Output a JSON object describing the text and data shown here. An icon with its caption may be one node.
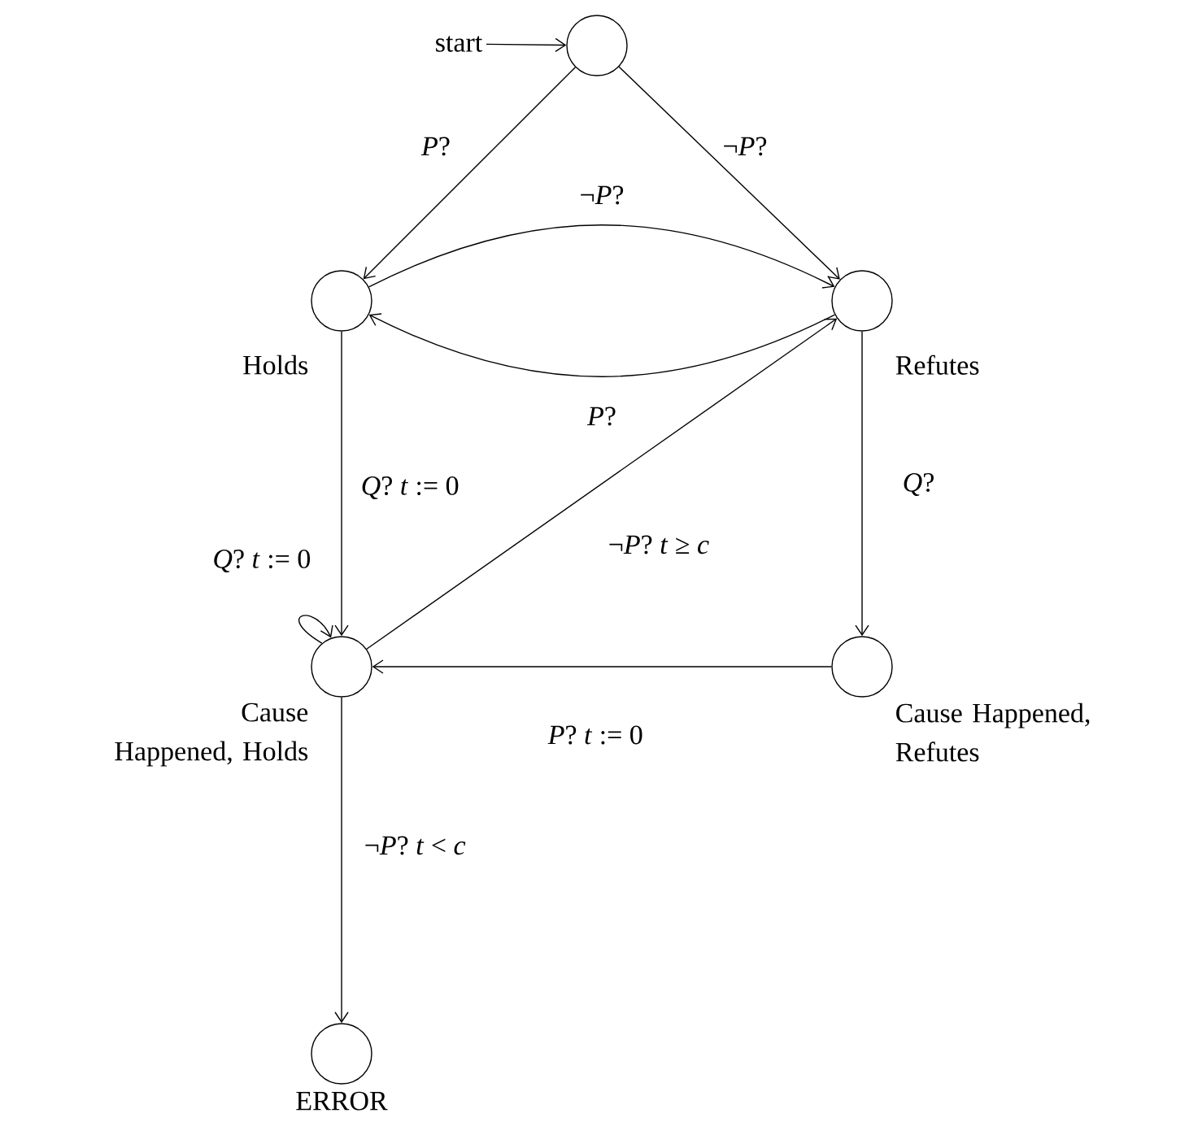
{
  "diagram": {
    "nodes": [
      {
        "text": [
          "start"
        ]
      },
      {
        "text": [],
        "shape": "circle"
      },
      {
        "text": [],
        "shape": "circle",
        "beside": [
          "Holds"
        ]
      },
      {
        "text": [],
        "shape": "circle",
        "beside": [
          "Refutes"
        ]
      },
      {
        "text": [],
        "shape": "circle",
        "beside": [
          "Cause Happened, Holds"
        ]
      },
      {
        "text": [],
        "shape": "circle",
        "beside": [
          "Cause Happened, Refutes"
        ]
      },
      {
        "text": [],
        "shape": "circle",
        "beside": [
          "ERROR"
        ]
      }
    ],
    "edges": [
      {
        "from": 0,
        "to": 1,
        "arrow": "to"
      },
      {
        "from": 1,
        "to": 2,
        "arrow": "to",
        "label": "*P*?"
      },
      {
        "from": 1,
        "to": 3,
        "arrow": "to",
        "label": "¬*P*?"
      },
      {
        "from": 2,
        "to": 3,
        "arrow": "to",
        "label": "¬*P*?"
      },
      {
        "from": 3,
        "to": 2,
        "arrow": "to",
        "label": "*P*?"
      },
      {
        "from": 2,
        "to": 4,
        "arrow": "to",
        "label": "*Q*? *t* := 0"
      },
      {
        "from": 3,
        "to": 5,
        "arrow": "to",
        "label": "*Q*?"
      },
      {
        "from": 4,
        "to": 3,
        "arrow": "to",
        "label": "¬*P*? *t* ≥ *c*"
      },
      {
        "from": 5,
        "to": 4,
        "arrow": "to",
        "label": "*P*? *t* := 0"
      },
      {
        "from": 4,
        "to": 4,
        "arrow": "to",
        "label": "*Q*? *t* := 0"
      },
      {
        "from": 4,
        "to": 6,
        "arrow": "to",
        "label": "¬*P*? *t* < *c*"
      }
    ]
  }
}
